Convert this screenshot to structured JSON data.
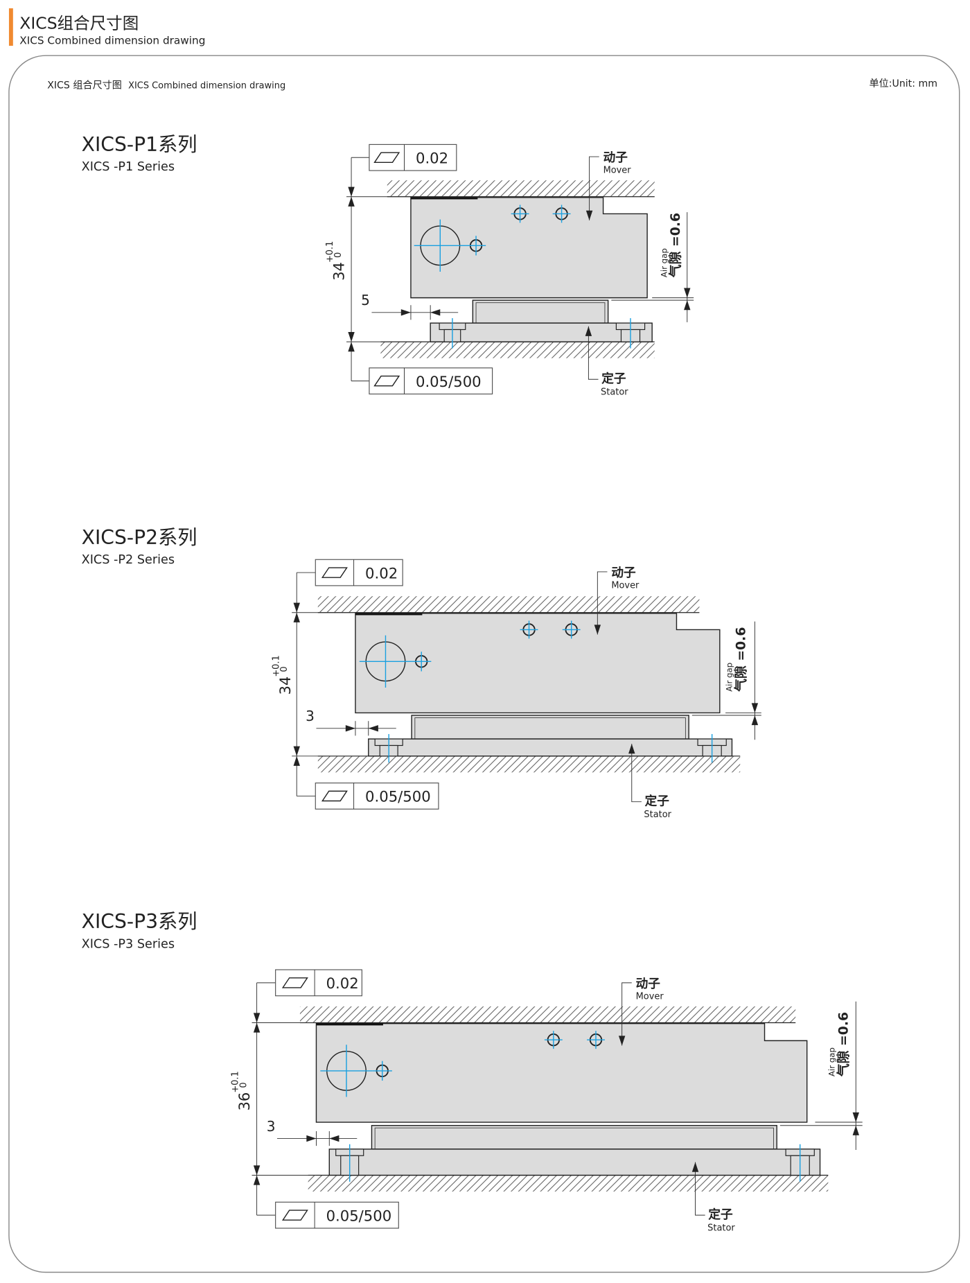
{
  "header": {
    "title_cn": "XICS组合尺寸图",
    "title_en": "XICS Combined dimension drawing"
  },
  "panel": {
    "caption_cn": "XICS 组合尺寸图",
    "caption_en": "XICS Combined dimension drawing",
    "unit": "单位:Unit: mm"
  },
  "colors": {
    "accent": "#f08a30",
    "centerline": "#1aa0e0",
    "part_fill": "#dcdcdc"
  },
  "series": [
    {
      "title": "XICS-P1系列",
      "subtitle": "XICS -P1 Series",
      "flatness_top": "0.02",
      "flatness_bottom": "0.05/500",
      "height_nominal": "34",
      "tol_upper": "+0.1",
      "tol_lower": "0",
      "offset": "5",
      "mover_cn": "动子",
      "mover_en": "Mover",
      "stator_cn": "定子",
      "stator_en": "Stator",
      "airgap_en": "Air gap",
      "airgap_cn": "气隙 =0.6"
    },
    {
      "title": "XICS-P2系列",
      "subtitle": "XICS -P2 Series",
      "flatness_top": "0.02",
      "flatness_bottom": "0.05/500",
      "height_nominal": "34",
      "tol_upper": "+0.1",
      "tol_lower": "0",
      "offset": "3",
      "mover_cn": "动子",
      "mover_en": "Mover",
      "stator_cn": "定子",
      "stator_en": "Stator",
      "airgap_en": "Air gap",
      "airgap_cn": "气隙 =0.6"
    },
    {
      "title": "XICS-P3系列",
      "subtitle": "XICS -P3 Series",
      "flatness_top": "0.02",
      "flatness_bottom": "0.05/500",
      "height_nominal": "36",
      "tol_upper": "+0.1",
      "tol_lower": "0",
      "offset": "3",
      "mover_cn": "动子",
      "mover_en": "Mover",
      "stator_cn": "定子",
      "stator_en": "Stator",
      "airgap_en": "Air gap",
      "airgap_cn": "气隙 =0.6"
    }
  ]
}
